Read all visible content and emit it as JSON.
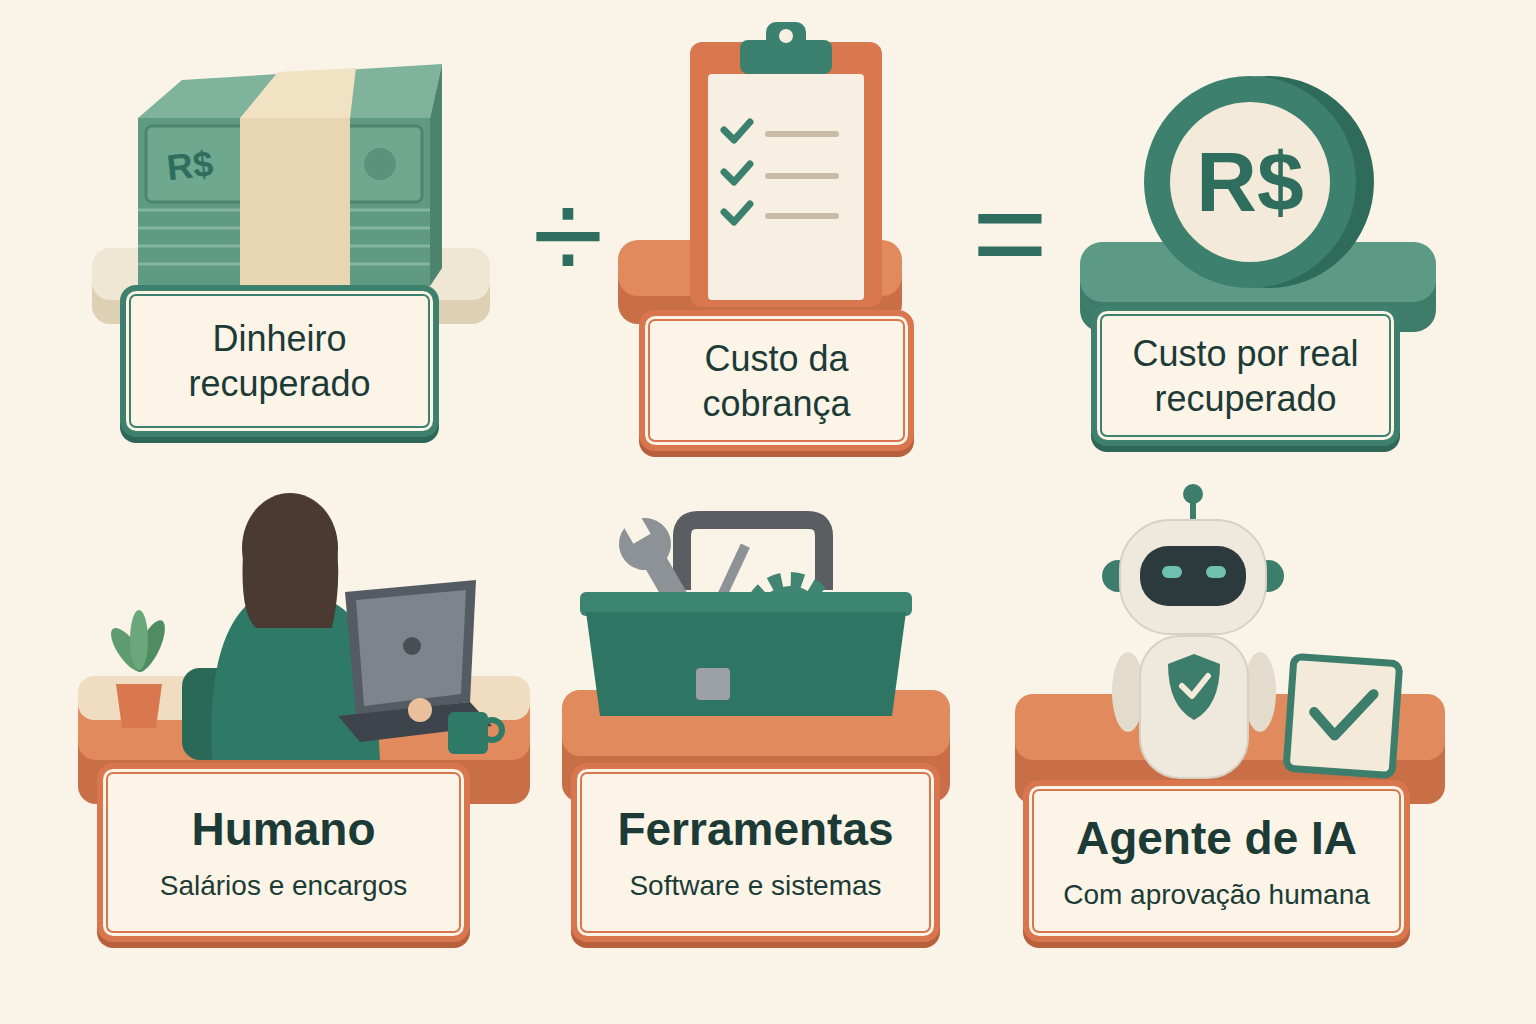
{
  "diagram": {
    "nodes": [
      {
        "text": [
          "Dinheiro recuperado"
        ]
      },
      {
        "text": [
          "Custo da cobrança"
        ]
      },
      {
        "text": [
          "Custo por real recuperado"
        ]
      },
      {
        "text": [
          "Humano",
          "Salários e encargos"
        ]
      },
      {
        "text": [
          "Ferramentas",
          "Software e sistemas"
        ]
      },
      {
        "text": [
          "Agente de IA",
          "Com aprovação humana"
        ]
      }
    ],
    "labels": [
      "R$",
      "÷",
      "=",
      "R$"
    ]
  }
}
